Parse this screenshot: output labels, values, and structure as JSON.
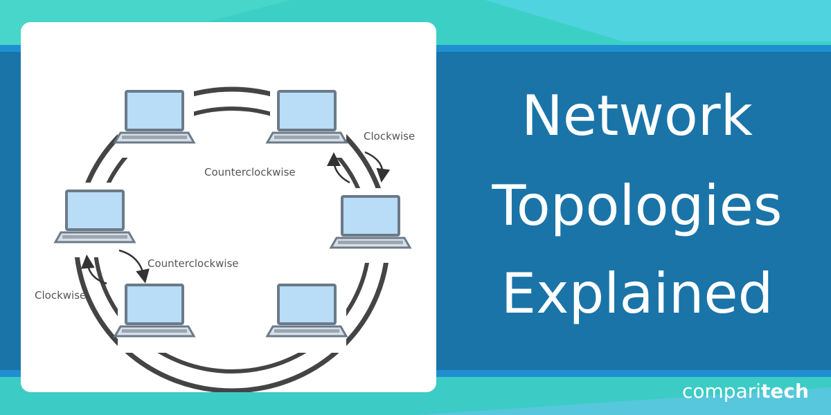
{
  "diagram": {
    "labels": {
      "clockwise_top": "Clockwise",
      "counterclockwise_top": "Counterclockwise",
      "counterclockwise_bottom": "Counterclockwise",
      "clockwise_bottom": "Clockwise"
    },
    "nodes": [
      "laptop",
      "laptop",
      "laptop",
      "laptop",
      "laptop",
      "laptop"
    ]
  },
  "headline": {
    "line1": "Network",
    "line2": "Topologies",
    "line3": "Explained"
  },
  "brand": {
    "part1": "compari",
    "part2": "tech"
  },
  "colors": {
    "teal": "#3ccfc6",
    "panel_blue": "#1a74a8",
    "stripe_blue": "#1f8fd0",
    "screen_fill": "#b9dcf7",
    "laptop_outline": "#6b7a88",
    "ring": "#444444"
  }
}
